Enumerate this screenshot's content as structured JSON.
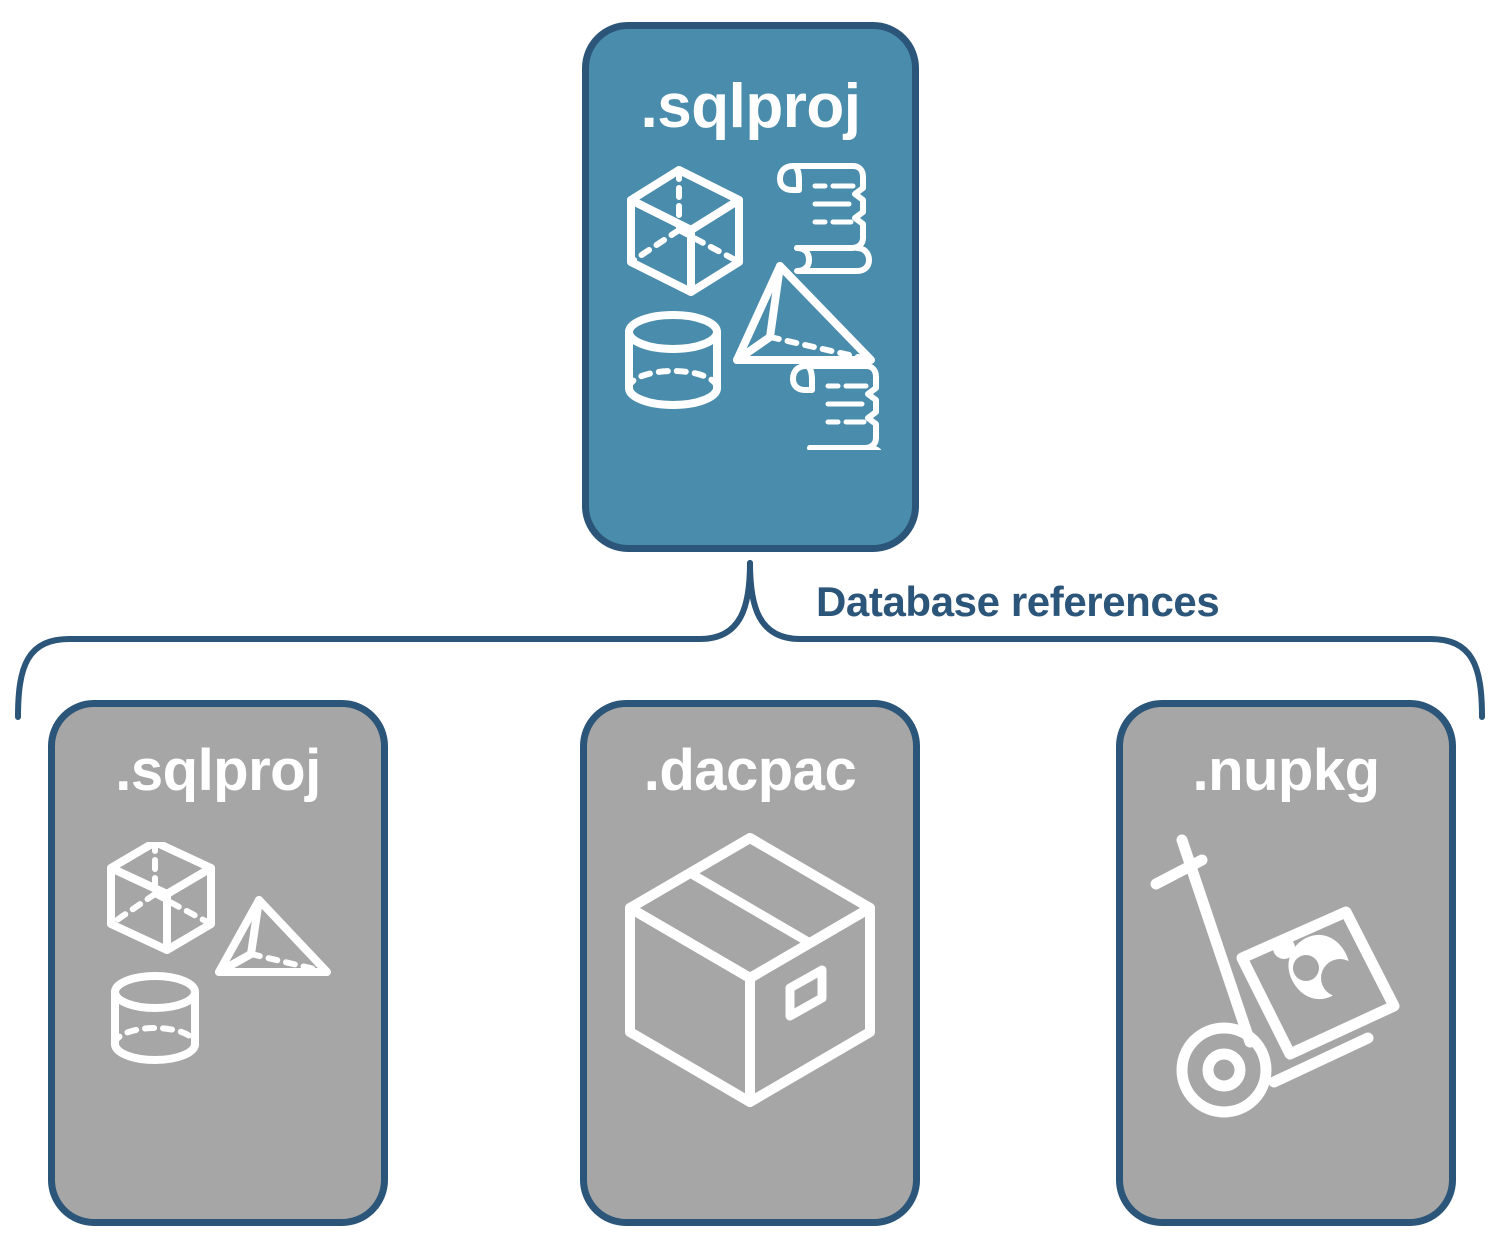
{
  "diagram": {
    "title": "Database references",
    "colors": {
      "accent_blue_fill": "#4a8cab",
      "gray_fill": "#a6a6a6",
      "outline_navy": "#2b5579",
      "icon_white": "#ffffff",
      "background": "#ffffff"
    },
    "root_node": {
      "label": ".sqlproj",
      "fill": "#4a8cab",
      "icons": [
        "cube-icon",
        "scroll-icon",
        "pyramid-icon",
        "cylinder-icon",
        "scroll-icon"
      ]
    },
    "connector": {
      "label": "Database references",
      "type": "brace",
      "color": "#2b5579"
    },
    "reference_nodes": [
      {
        "label": ".sqlproj",
        "fill": "#a6a6a6",
        "icons": [
          "cube-icon",
          "pyramid-icon",
          "cylinder-icon"
        ]
      },
      {
        "label": ".dacpac",
        "fill": "#a6a6a6",
        "icons": [
          "package-box-icon"
        ]
      },
      {
        "label": ".nupkg",
        "fill": "#a6a6a6",
        "icons": [
          "hand-truck-icon",
          "nuget-package-icon"
        ]
      }
    ]
  }
}
